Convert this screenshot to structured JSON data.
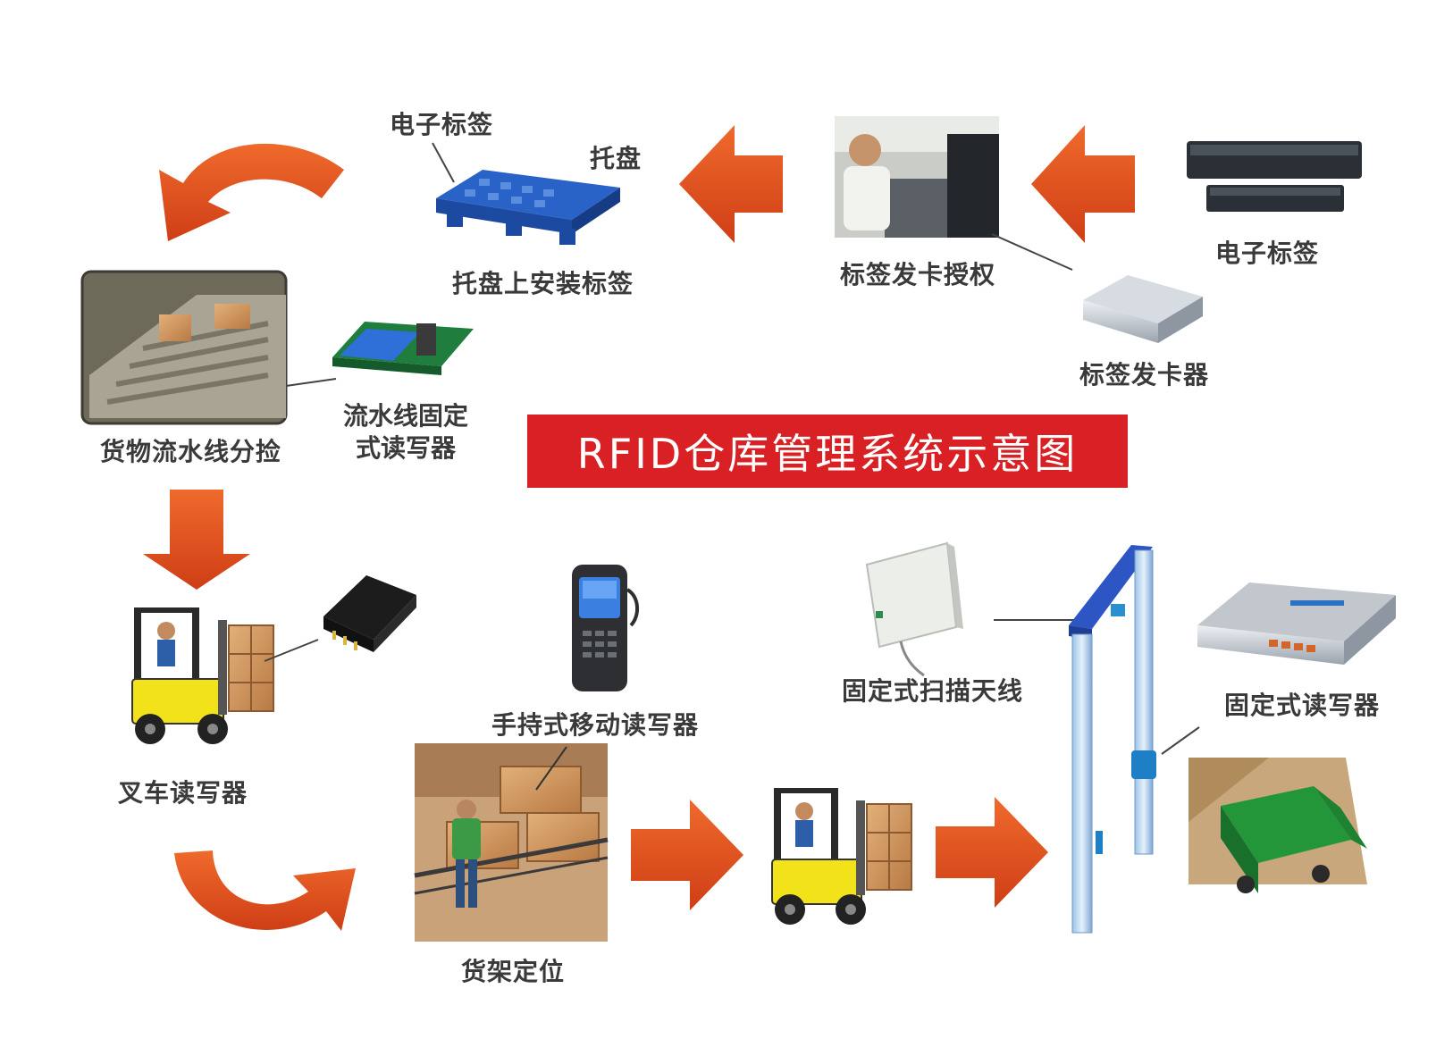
{
  "title": "RFID仓库管理系统示意图",
  "labels": {
    "electronic_tag_top": "电子标签",
    "pallet": "托盘",
    "pallet_tag_install": "托盘上安装标签",
    "tag_issue_auth": "标签发卡授权",
    "electronic_tag_right": "电子标签",
    "tag_issuer": "标签发卡器",
    "cargo_line_sort": "货物流水线分捡",
    "line_fixed_reader_1": "流水线固定",
    "line_fixed_reader_2": "式读写器",
    "forklift_reader": "叉车读写器",
    "handheld_reader": "手持式移动读写器",
    "shelf_positioning": "货架定位",
    "fixed_scan_antenna": "固定式扫描天线",
    "fixed_reader": "固定式读写器"
  },
  "colors": {
    "arrow": "#e2531f",
    "title_bg": "#d92024",
    "title_text": "#ffffff"
  }
}
